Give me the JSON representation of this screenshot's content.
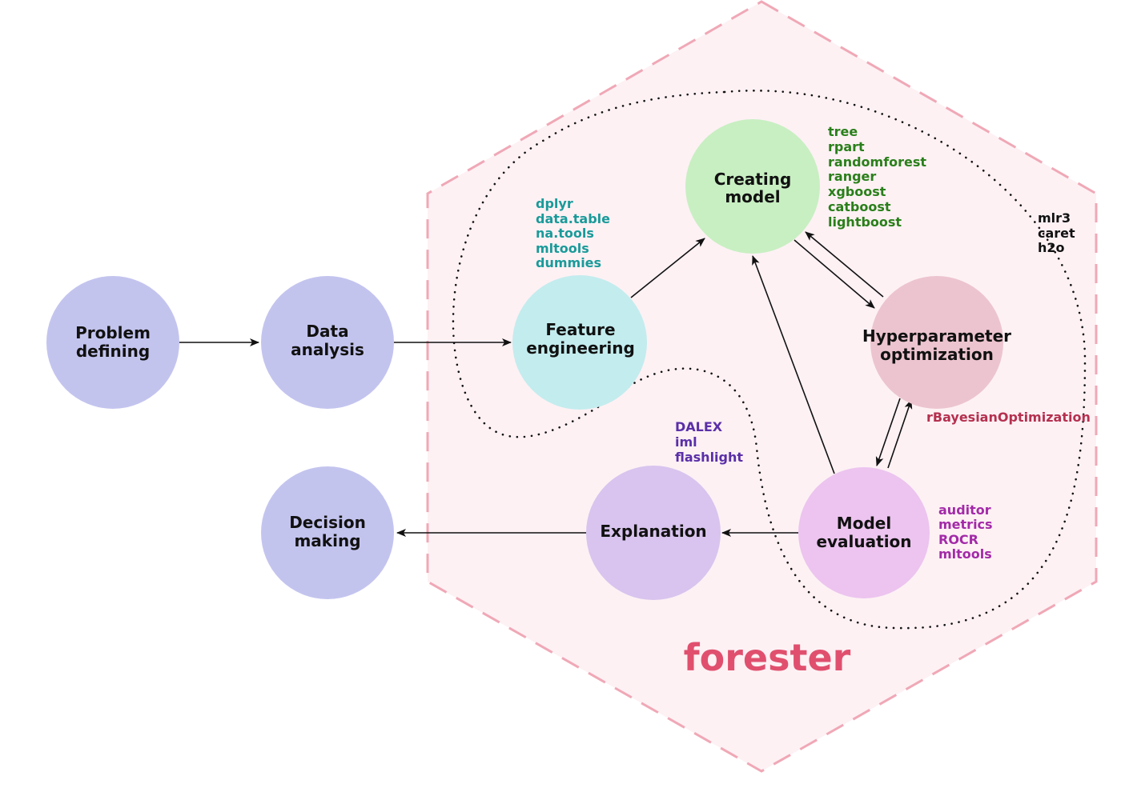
{
  "colors": {
    "hex_fill": "#fdf1f4",
    "hex_stroke": "#f0a8b6",
    "dotted_loop": "#111111",
    "brand": "#e0506e"
  },
  "brand": {
    "text": "forester"
  },
  "nodes": {
    "problem": {
      "line1": "Problem",
      "line2": "defining",
      "fill": "#c3c4ee"
    },
    "data": {
      "line1": "Data",
      "line2": "analysis",
      "fill": "#c3c4ee"
    },
    "decision": {
      "line1": "Decision",
      "line2": "making",
      "fill": "#c3c4ee"
    },
    "feature": {
      "line1": "Feature",
      "line2": "engineering",
      "fill": "#c3ecee"
    },
    "creating": {
      "line1": "Creating",
      "line2": "model",
      "fill": "#c8efc2"
    },
    "hyper": {
      "line1": "Hyperparameter",
      "line2": "optimization",
      "fill": "#ecc4cf"
    },
    "evaluation": {
      "line1": "Model",
      "line2": "evaluation",
      "fill": "#ecc4ef"
    },
    "explanation": {
      "line1": "Explanation",
      "fill": "#d8c4ee"
    }
  },
  "packages": {
    "feature": {
      "color": "#1a9a9a",
      "items": [
        "dplyr",
        "data.table",
        "na.tools",
        "mltools",
        "dummies"
      ]
    },
    "creating": {
      "color": "#2a7f1a",
      "items": [
        "tree",
        "rpart",
        "randomforest",
        "ranger",
        "xgboost",
        "catboost",
        "lightboost"
      ]
    },
    "frameworks": {
      "color": "#111111",
      "items": [
        "mlr3",
        "caret",
        "h2o"
      ]
    },
    "hyper": {
      "color": "#b5304f",
      "items": [
        "rBayesianOptimization"
      ]
    },
    "explanation": {
      "color": "#5a2fa8",
      "items": [
        "DALEX",
        "iml",
        "flashlight"
      ]
    },
    "evaluation": {
      "color": "#a32aa8",
      "items": [
        "auditor",
        "metrics",
        "ROCR",
        "mltools"
      ]
    }
  }
}
